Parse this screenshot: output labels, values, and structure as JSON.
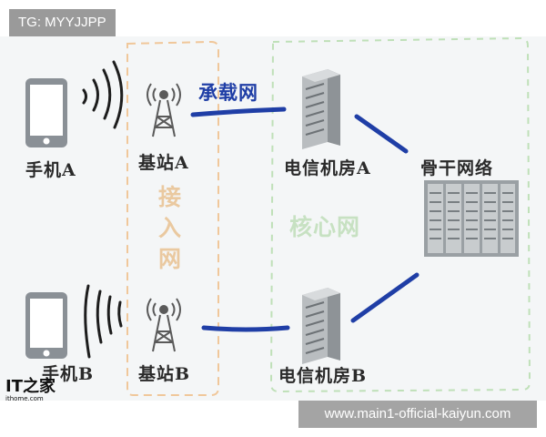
{
  "watermark_tag": "TG: MYYJJPP",
  "watermark_url": "www.main1-official-kaiyun.com",
  "logo": {
    "text": "IT之家",
    "small": "ithome.com"
  },
  "labels": {
    "phone_a": "手机A",
    "phone_b": "手机B",
    "station_a": "基站A",
    "station_b": "基站B",
    "access_network": "接入网",
    "bearer_network": "承载网",
    "core_network": "核心网",
    "telecom_room_a": "电信机房A",
    "telecom_room_b": "电信机房B",
    "backbone": "骨干网络"
  },
  "colors": {
    "ink": "#2a2a2a",
    "blue_link": "#1f3ea6",
    "access_border": "#f0c79a",
    "core_border": "#bfe0b8"
  }
}
